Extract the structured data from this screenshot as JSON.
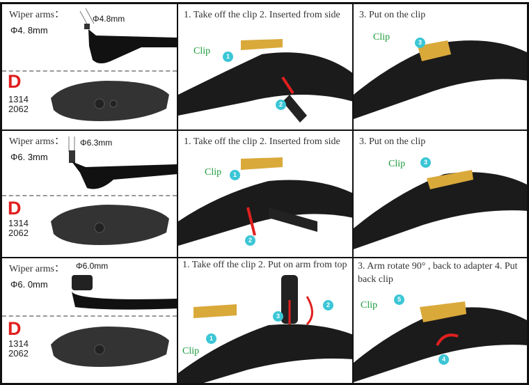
{
  "rows": [
    {
      "wiper_label": "Wiper arms：",
      "diameter": "Φ4. 8mm",
      "dim_label": "Φ4.8mm",
      "adapter_letter": "D",
      "adapter_code": [
        "1314",
        "2062"
      ],
      "step_a": "1. Take off the clip  2. Inserted from side",
      "step_b": "3. Put on the clip",
      "clip_label": "Clip",
      "badges_a": [
        "1",
        "2"
      ],
      "badges_b": [
        "3"
      ]
    },
    {
      "wiper_label": "Wiper arms：",
      "diameter": "Φ6. 3mm",
      "dim_label": "Φ6.3mm",
      "adapter_letter": "D",
      "adapter_code": [
        "1314",
        "2062"
      ],
      "step_a": "1. Take off the clip  2. Inserted from side",
      "step_b": "3. Put on the clip",
      "clip_label": "Clip",
      "badges_a": [
        "1",
        "2"
      ],
      "badges_b": [
        "3"
      ]
    },
    {
      "wiper_label": "Wiper arms：",
      "diameter": "Φ6. 0mm",
      "dim_label": "Φ6.0mm",
      "adapter_letter": "D",
      "adapter_code": [
        "1314",
        "2062"
      ],
      "step_a": "1. Take off the clip     2. Put on arm from top",
      "step_b": "3. Arm rotate 90°  ,  back to adapter 4. Put back clip",
      "clip_label": "Clip",
      "badges_a": [
        "1",
        "2",
        "3"
      ],
      "badges_b": [
        "5",
        "4"
      ]
    }
  ],
  "colors": {
    "clip": "#d9a93a",
    "accent_red": "#e0201f",
    "badge": "#3bc6d6",
    "label_green": "#1a9a3a"
  }
}
